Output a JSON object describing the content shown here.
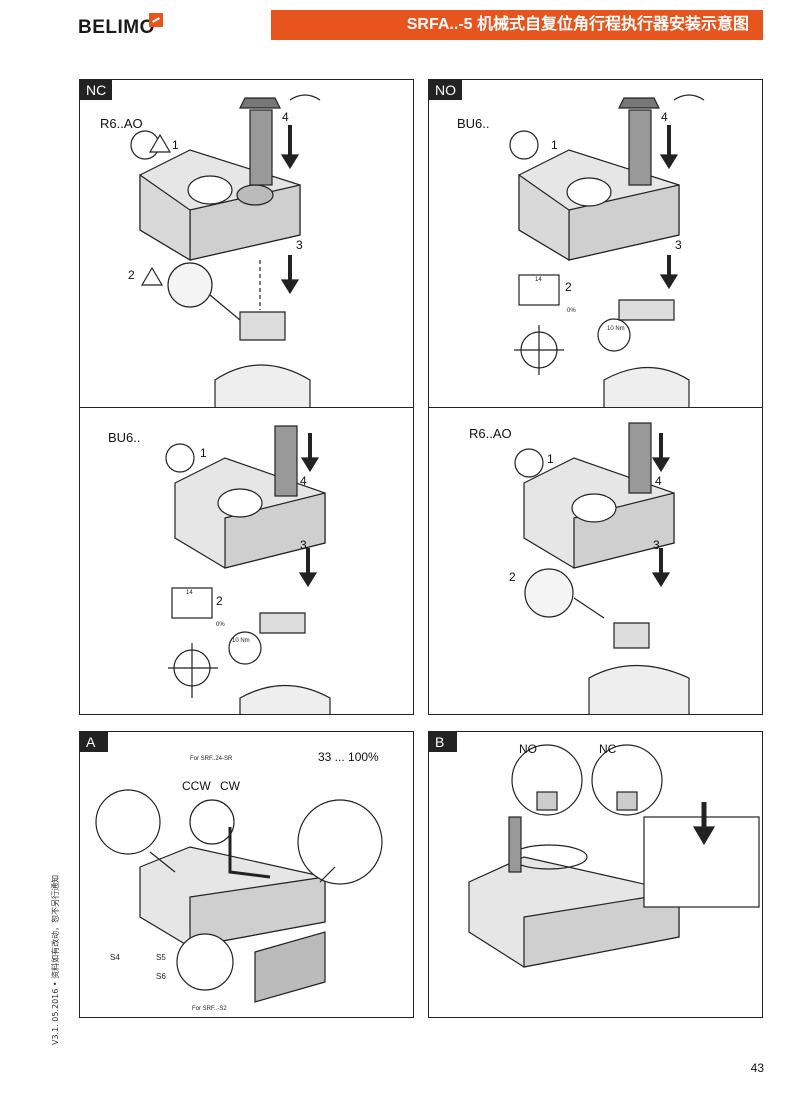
{
  "header": {
    "brand": "BELIMO",
    "title": "SRFA..-5 机械式自复位角行程执行器安装示意图"
  },
  "panels": {
    "nc": {
      "label": "NC",
      "model": "R6..AO",
      "steps": [
        "1",
        "2",
        "3",
        "4"
      ]
    },
    "no": {
      "label": "NO",
      "model": "BU6..",
      "steps": [
        "1",
        "2",
        "3",
        "4"
      ],
      "angle_a": "14",
      "angle_b": "0%",
      "torque": "10 Nm"
    },
    "bottom_left": {
      "model": "BU6..",
      "steps": [
        "1",
        "2",
        "3",
        "4"
      ],
      "angle_a": "14",
      "angle_b": "0%",
      "torque": "10 Nm"
    },
    "bottom_right": {
      "model": "R6..AO",
      "steps": [
        "1",
        "2",
        "3",
        "4"
      ]
    },
    "a": {
      "label": "A",
      "note_top": "For SRF..24-SR",
      "ccw": "CCW",
      "cw": "CW",
      "range": "33 ... 100%",
      "s4": "S4",
      "s5": "S5",
      "s6": "S6",
      "note_bottom": "For SRF..-S2"
    },
    "b": {
      "label": "B",
      "no": "NO",
      "nc": "NC"
    }
  },
  "footer": {
    "side_note": "V3.1. 05.2016 • 资料如有改动，恕不另行通知",
    "page": "43"
  }
}
